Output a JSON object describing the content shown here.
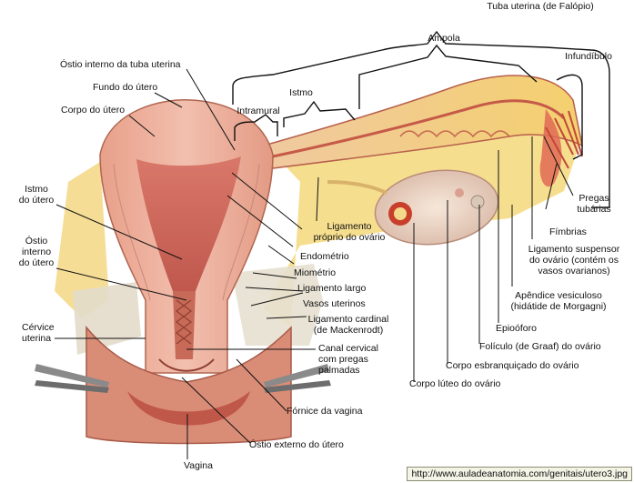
{
  "labels": {
    "tuba_uterina": "Tuba uterina (de Falópio)",
    "ampola": "Ampola",
    "infundibulo": "Infundíbulo",
    "istmo_tuba": "Istmo",
    "intramural": "Intramural",
    "ostio_interno_tuba": "Óstio interno da tuba uterina",
    "fundo_utero": "Fundo do útero",
    "corpo_utero": "Corpo do útero",
    "istmo_utero": "Istmo\ndo útero",
    "ostio_interno_utero": "Óstio\ninterno\ndo útero",
    "cervice_uterina": "Cérvice\nuterina",
    "ligamento_proprio_ovario": "Ligamento\npróprio do ovário",
    "endometrio": "Endométrio",
    "miometrio": "Miométrio",
    "ligamento_largo": "Ligamento largo",
    "vasos_uterinos": "Vasos uterinos",
    "ligamento_cardinal": "Ligamento cardinal\n(de Mackenrodt)",
    "canal_cervical": "Canal cervical\ncom pregas\npalmadas",
    "fornice_vagina": "Fórnice da vagina",
    "ostio_externo_utero": "Óstio externo do útero",
    "vagina": "Vagina",
    "pregas_tubarias": "Pregas\ntubárias",
    "fimbrias": "Fímbrias",
    "ligamento_suspensor": "Ligamento suspensor\ndo ovário (contém os\nvasos ovarianos)",
    "apendice_vesiculoso": "Apêndice vesiculoso\n(hidátide de Morgagni)",
    "epiooforo": "Epioóforo",
    "foliculo": "Folículo (de Graaf) do ovário",
    "corpo_esbranquicado": "Corpo esbranquiçado do ovário",
    "corpo_luteo": "Corpo lúteo do ovário"
  },
  "source_url": "http://www.auladeanatomia.com/genitais/utero3.jpg"
}
